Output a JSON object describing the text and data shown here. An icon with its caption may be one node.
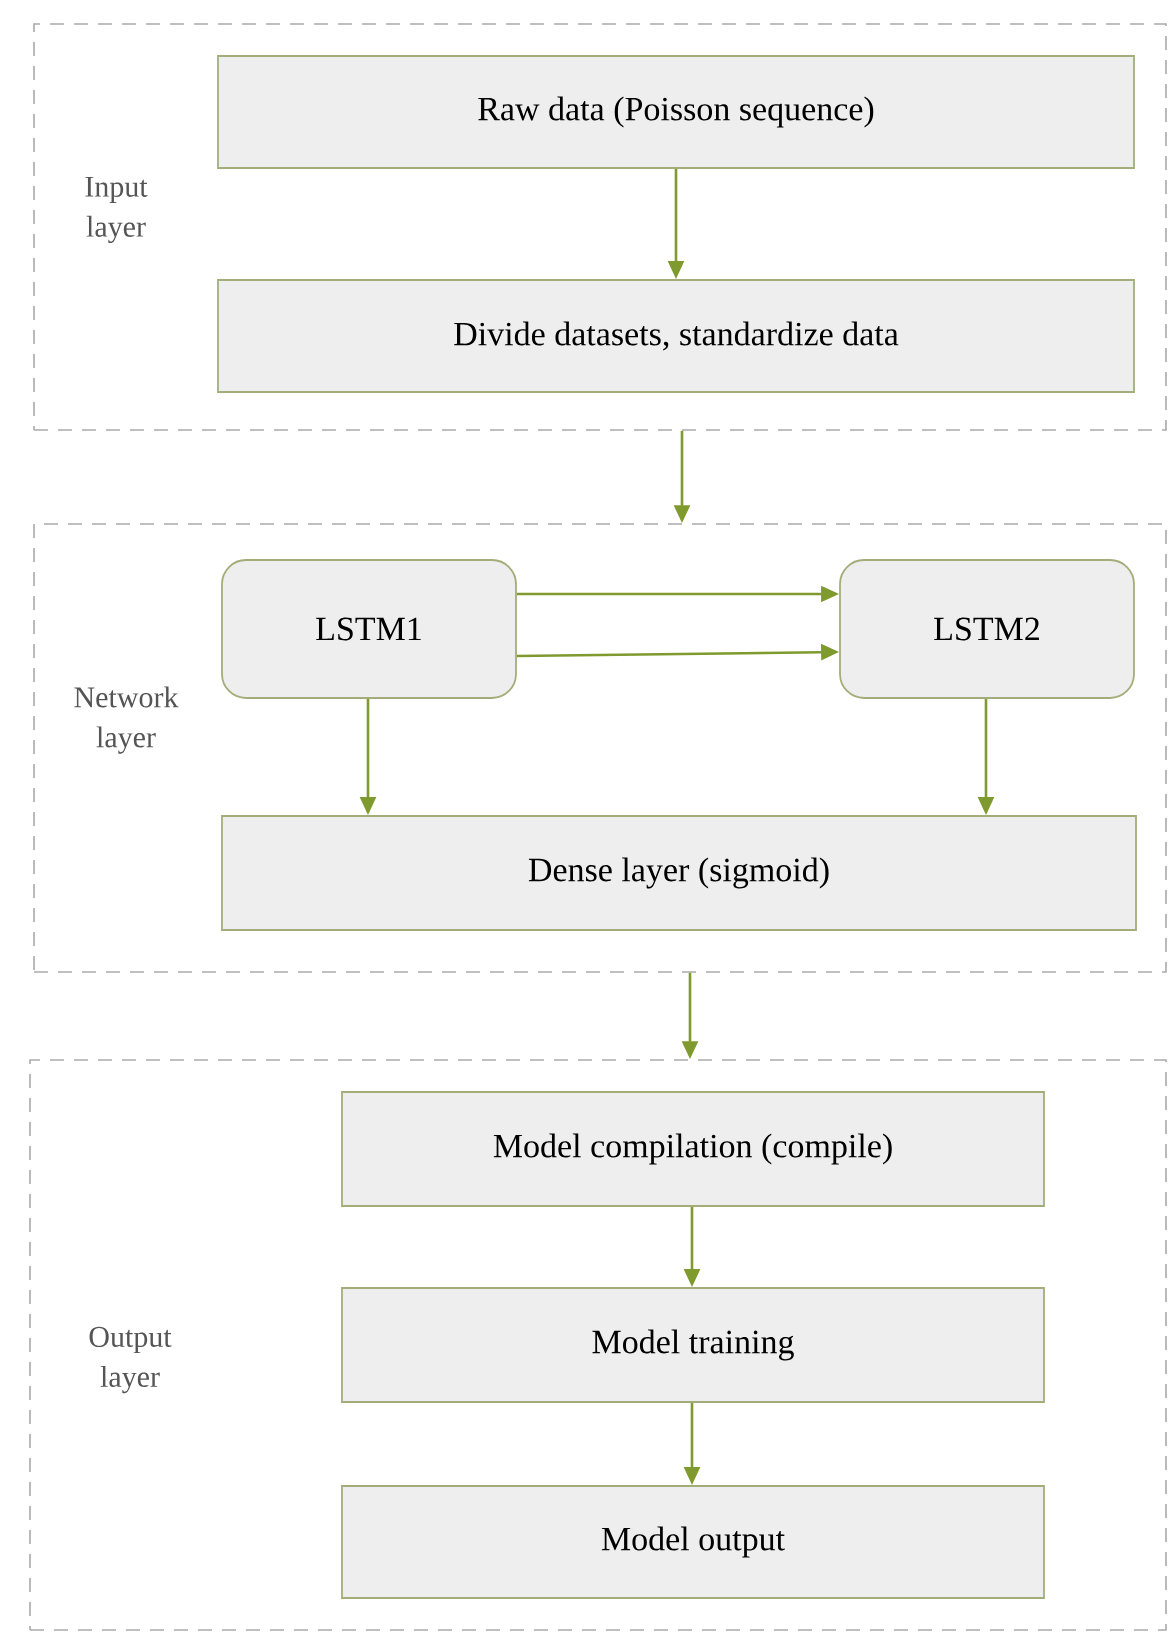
{
  "diagram": {
    "nodes": [
      {
        "text": [
          "Input layer"
        ]
      },
      {
        "text": [
          "Raw data (Poisson sequence)"
        ],
        "in": 0
      },
      {
        "text": [
          "Divide datasets, standardize data"
        ],
        "in": 0
      },
      {
        "text": [
          "Network layer"
        ]
      },
      {
        "text": [
          "LSTM1"
        ],
        "in": 3
      },
      {
        "text": [
          "LSTM2"
        ],
        "in": 3
      },
      {
        "text": [
          "Dense layer (sigmoid)"
        ],
        "in": 3
      },
      {
        "text": [
          "Output layer"
        ]
      },
      {
        "text": [
          "Model compilation (compile)"
        ],
        "in": 7
      },
      {
        "text": [
          "Model training"
        ],
        "in": 7
      },
      {
        "text": [
          "Model output"
        ],
        "in": 7
      }
    ],
    "edges": [
      {
        "from": 1,
        "to": 2,
        "arrow": "to"
      },
      {
        "from": 0,
        "to": 3,
        "arrow": "to"
      },
      {
        "from": 4,
        "to": 5,
        "arrow": "to"
      },
      {
        "from": 4,
        "to": 5,
        "arrow": "to"
      },
      {
        "from": 4,
        "to": 6,
        "arrow": "to"
      },
      {
        "from": 5,
        "to": 6,
        "arrow": "to"
      },
      {
        "from": 3,
        "to": 7,
        "arrow": "to"
      },
      {
        "from": 8,
        "to": 9,
        "arrow": "to"
      },
      {
        "from": 9,
        "to": 10,
        "arrow": "to"
      }
    ]
  }
}
